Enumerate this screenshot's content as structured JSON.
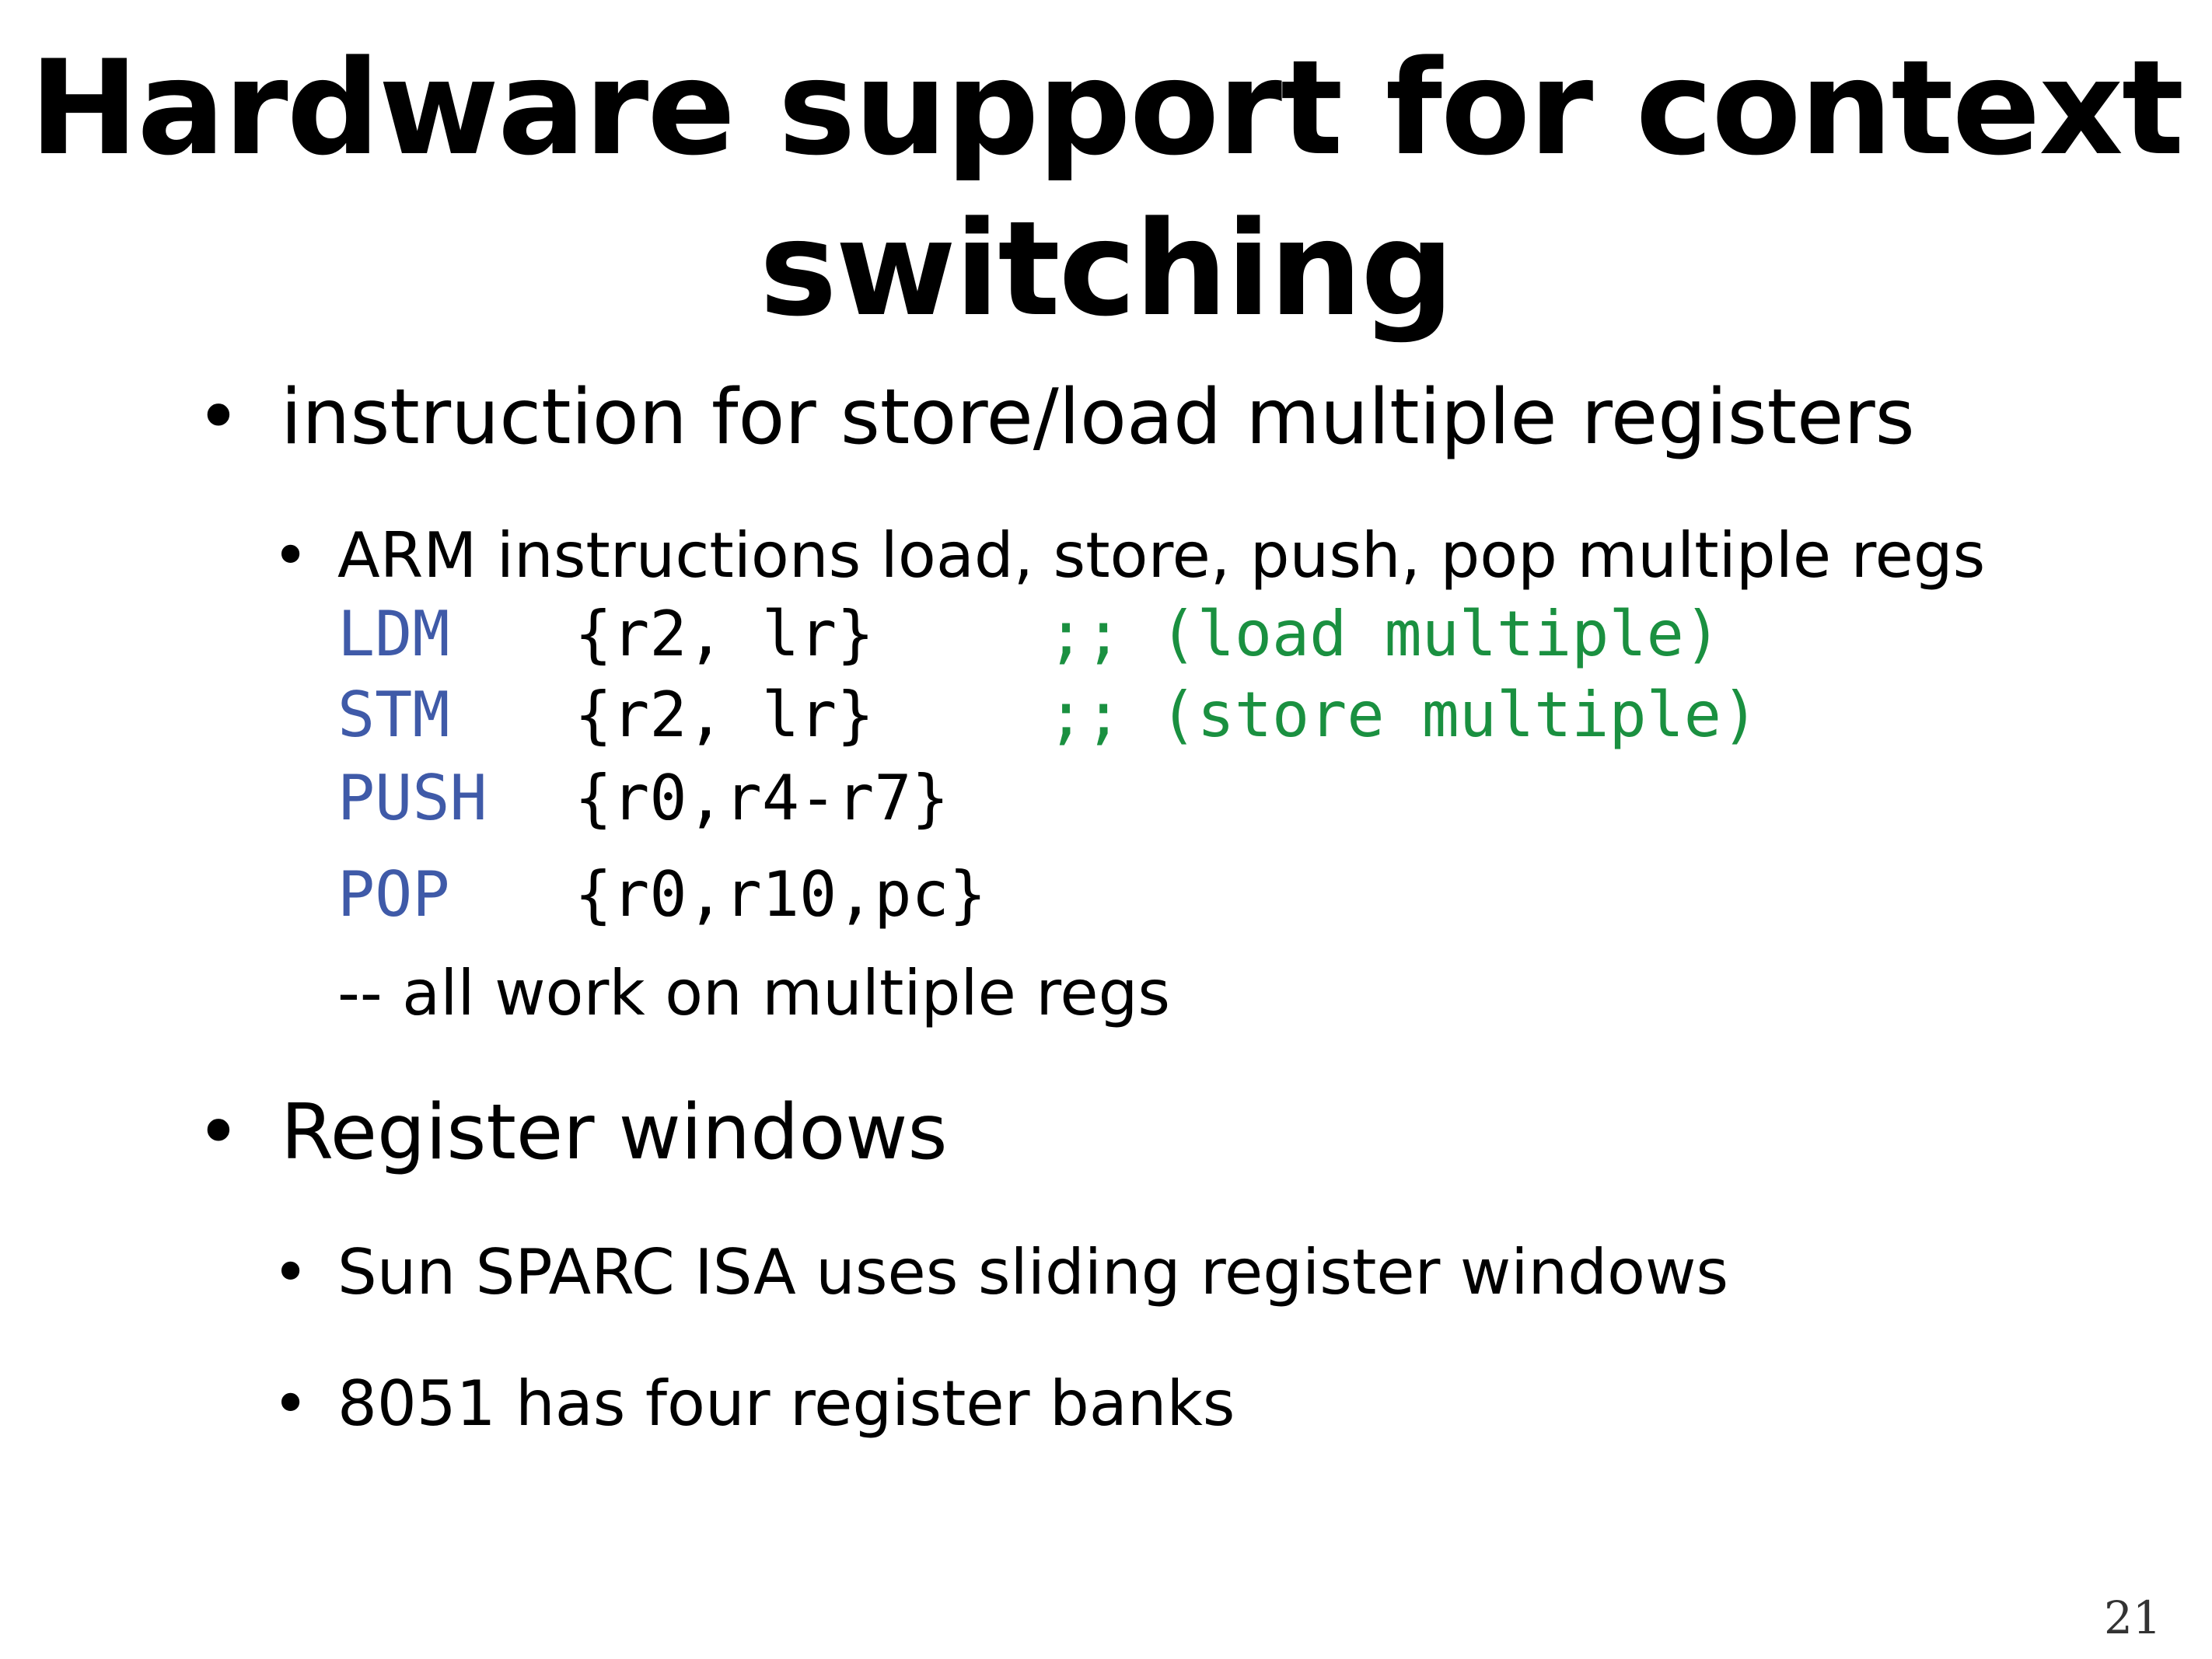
{
  "title": {
    "line1": "Hardware support for context",
    "line2": "switching"
  },
  "bullet_glyph": "•",
  "bullets": [
    {
      "text": "instruction for store/load multiple registers",
      "sub": [
        {
          "text": "ARM instructions load, store, push, pop multiple regs"
        }
      ]
    },
    {
      "text": "Register windows",
      "sub": [
        {
          "text": "Sun SPARC ISA uses sliding register windows"
        },
        {
          "text": "8051 has four register banks"
        }
      ]
    }
  ],
  "code": [
    {
      "op": "LDM",
      "args": "{r2, lr}",
      "comment": ";; (load multiple)"
    },
    {
      "op": "STM",
      "args": "{r2, lr}",
      "comment": ";; (store multiple)"
    },
    {
      "op": "PUSH",
      "args": "{r0,r4-r7}",
      "comment": ""
    },
    {
      "op": "POP",
      "args": "{r0,r10,pc}",
      "comment": ""
    }
  ],
  "code_note": "-- all work on multiple regs",
  "page_number": "21",
  "colors": {
    "keyword": "#3f5aa8",
    "comment": "#1a9040"
  }
}
